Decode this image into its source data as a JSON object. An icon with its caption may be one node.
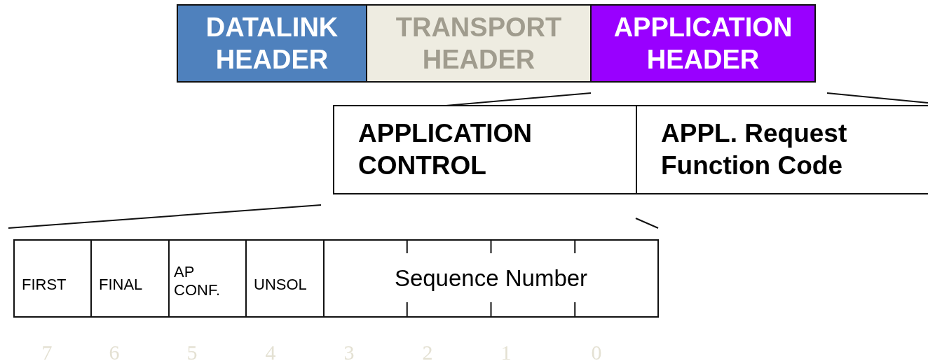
{
  "diagram": {
    "nodes": [
      {
        "text": [
          "DATALINK HEADER"
        ]
      },
      {
        "text": [
          "TRANSPORT HEADER"
        ]
      },
      {
        "text": [
          "APPLICATION HEADER"
        ]
      },
      {
        "text": [
          "APPLICATION CONTROL"
        ]
      },
      {
        "text": [
          "APPL. Request Function Code"
        ]
      },
      {
        "text": [
          "FIRST"
        ]
      },
      {
        "text": [
          "FINAL"
        ]
      },
      {
        "text": [
          "AP CONF."
        ]
      },
      {
        "text": [
          "UNSOL"
        ]
      },
      {
        "text": [
          "Sequence Number"
        ]
      }
    ],
    "edges": [],
    "labels": [
      "7",
      "6",
      "5",
      "4",
      "3",
      "2",
      "1",
      "0"
    ]
  }
}
